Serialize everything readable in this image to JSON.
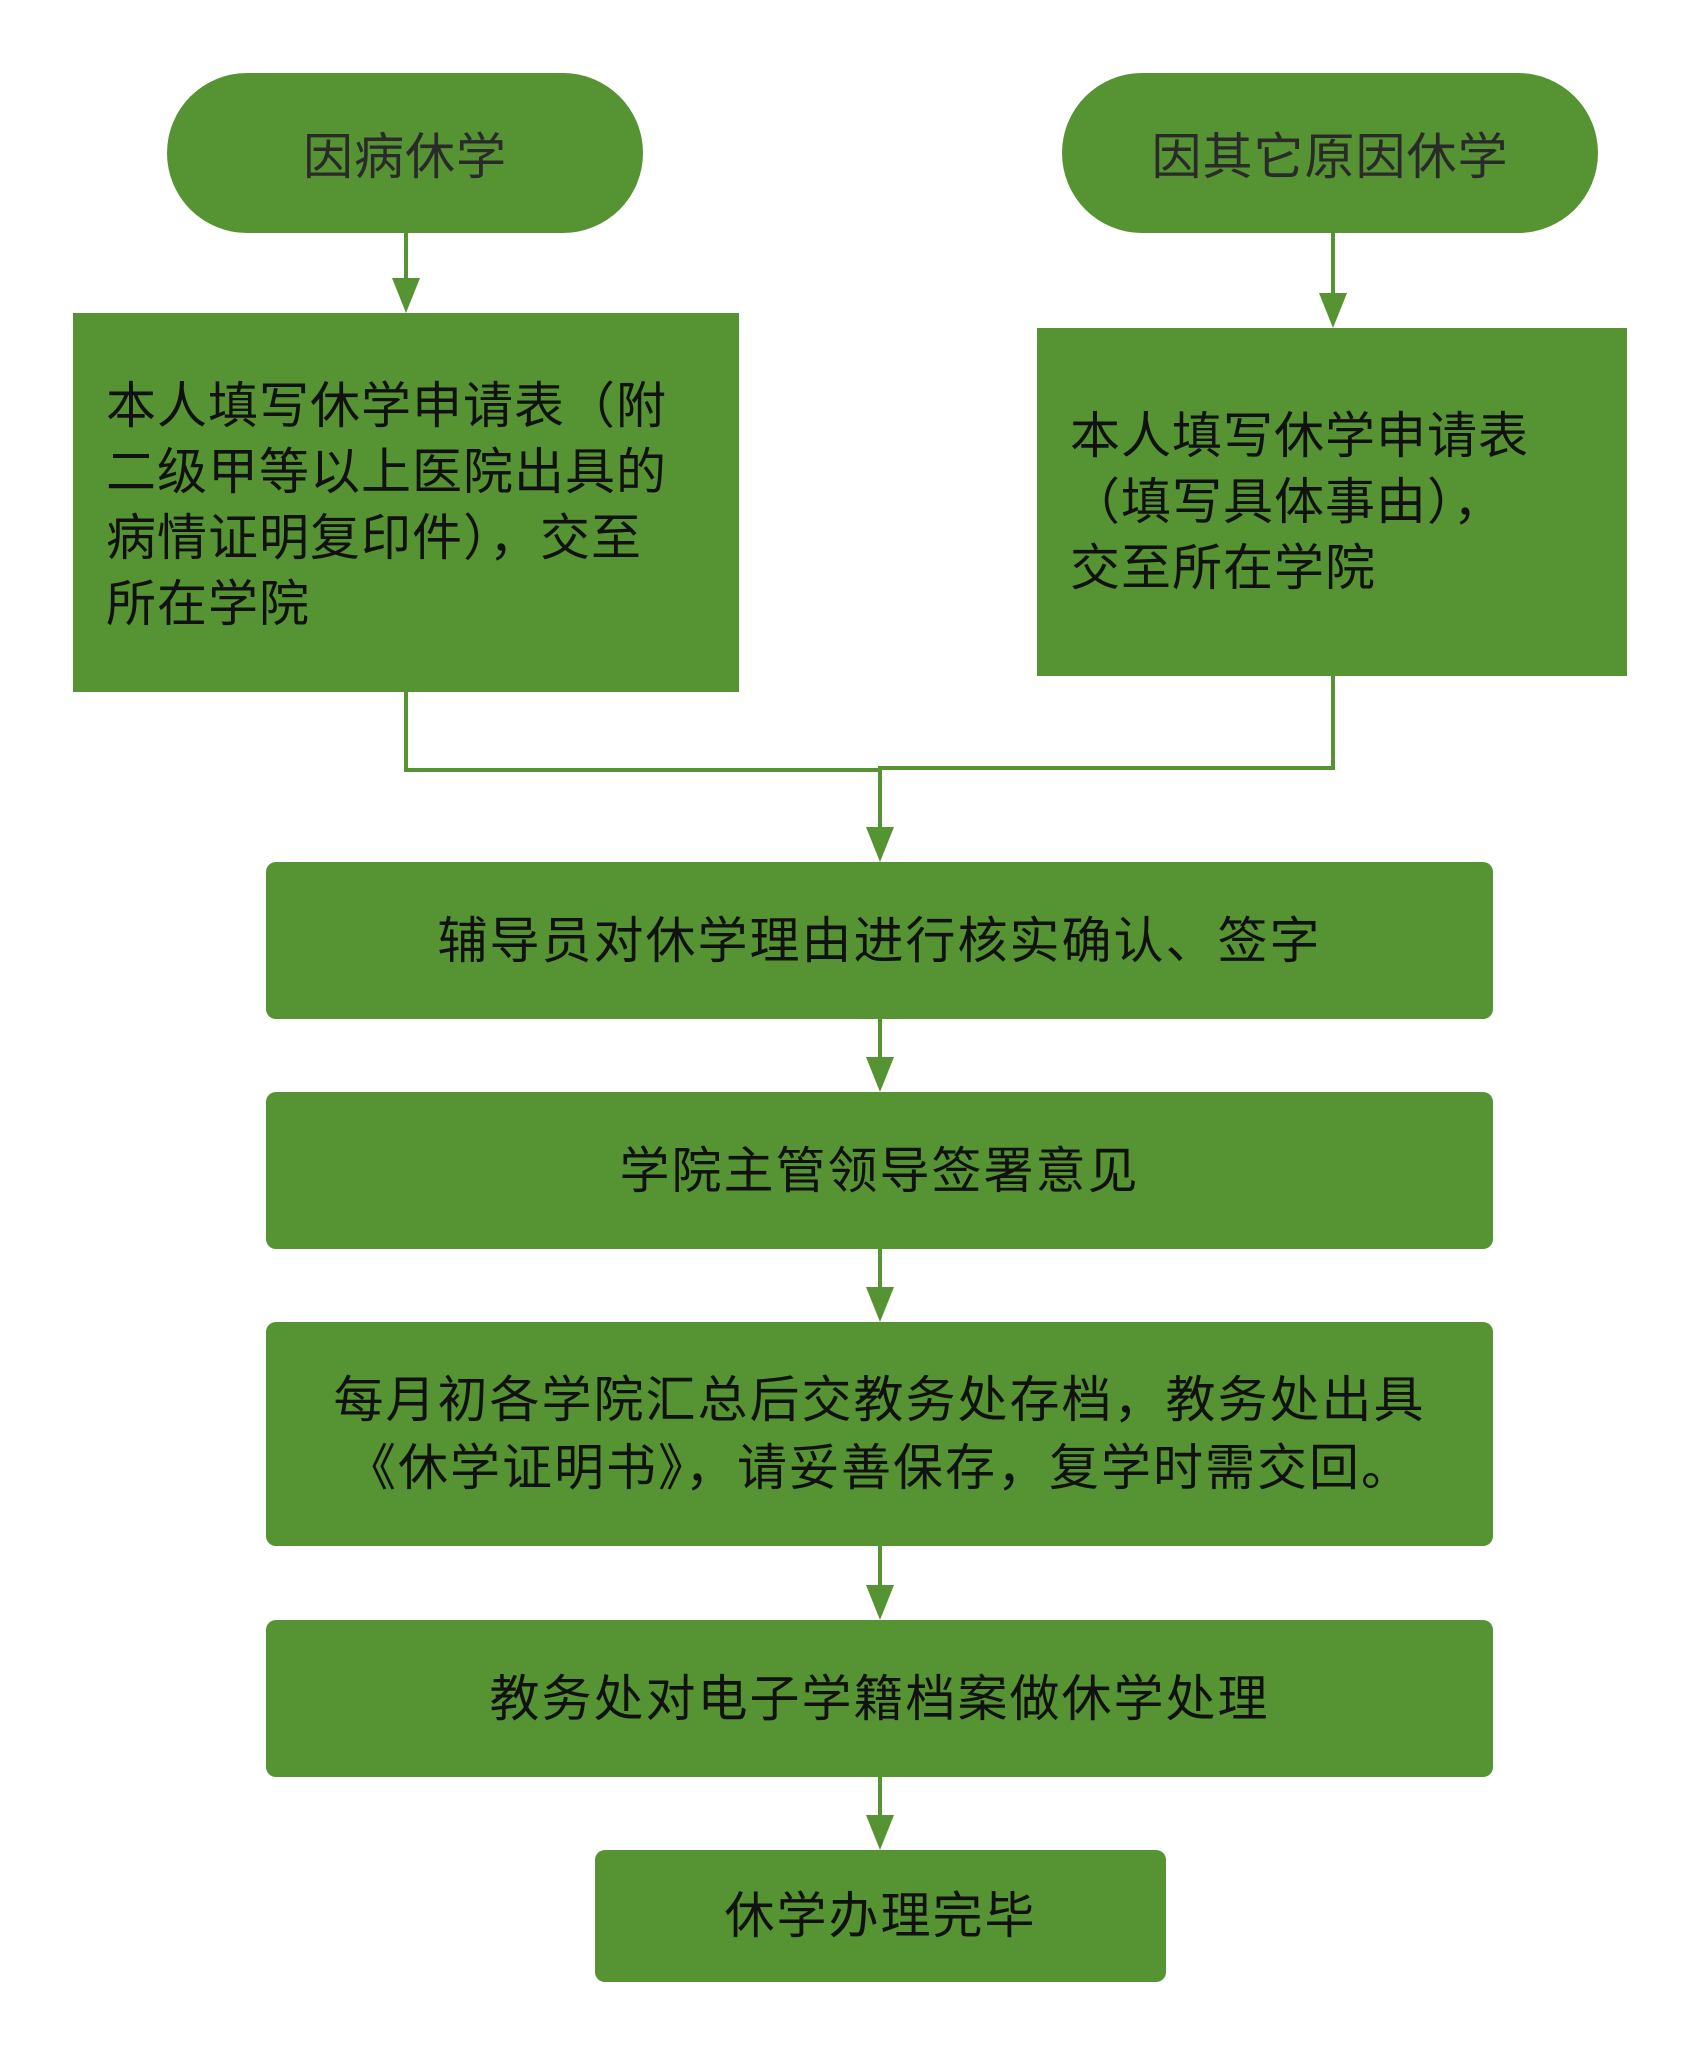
{
  "diagram": {
    "title": "休学办理流程",
    "colors": {
      "node_fill": "#569332",
      "connector": "#569332",
      "text_dark": "#111111",
      "start_text": "#2a2a2a",
      "background": "#ffffff"
    },
    "nodes": {
      "start_sick": {
        "shape": "terminator",
        "label": "因病休学"
      },
      "start_other": {
        "shape": "terminator",
        "label": "因其它原因休学"
      },
      "apply_sick": {
        "shape": "process",
        "label": "本人填写休学申请表（附\n二级甲等以上医院出具的\n病情证明复印件），交至\n所在学院"
      },
      "apply_other": {
        "shape": "process",
        "label": "本人填写休学申请表\n（填写具体事由），\n交至所在学院"
      },
      "step_counselor": {
        "shape": "process",
        "label": "辅导员对休学理由进行核实确认、签字"
      },
      "step_leader": {
        "shape": "process",
        "label": "学院主管领导签署意见"
      },
      "step_archive": {
        "shape": "process",
        "label": "每月初各学院汇总后交教务处存档，教务处出具\n《休学证明书》，请妥善保存，复学时需交回。"
      },
      "step_record": {
        "shape": "process",
        "label": "教务处对电子学籍档案做休学处理"
      },
      "step_done": {
        "shape": "process",
        "label": "休学办理完毕"
      }
    },
    "edges": [
      {
        "from": "start_sick",
        "to": "apply_sick"
      },
      {
        "from": "start_other",
        "to": "apply_other"
      },
      {
        "from": "apply_sick",
        "to": "step_counselor"
      },
      {
        "from": "apply_other",
        "to": "step_counselor"
      },
      {
        "from": "step_counselor",
        "to": "step_leader"
      },
      {
        "from": "step_leader",
        "to": "step_archive"
      },
      {
        "from": "step_archive",
        "to": "step_record"
      },
      {
        "from": "step_record",
        "to": "step_done"
      }
    ]
  }
}
